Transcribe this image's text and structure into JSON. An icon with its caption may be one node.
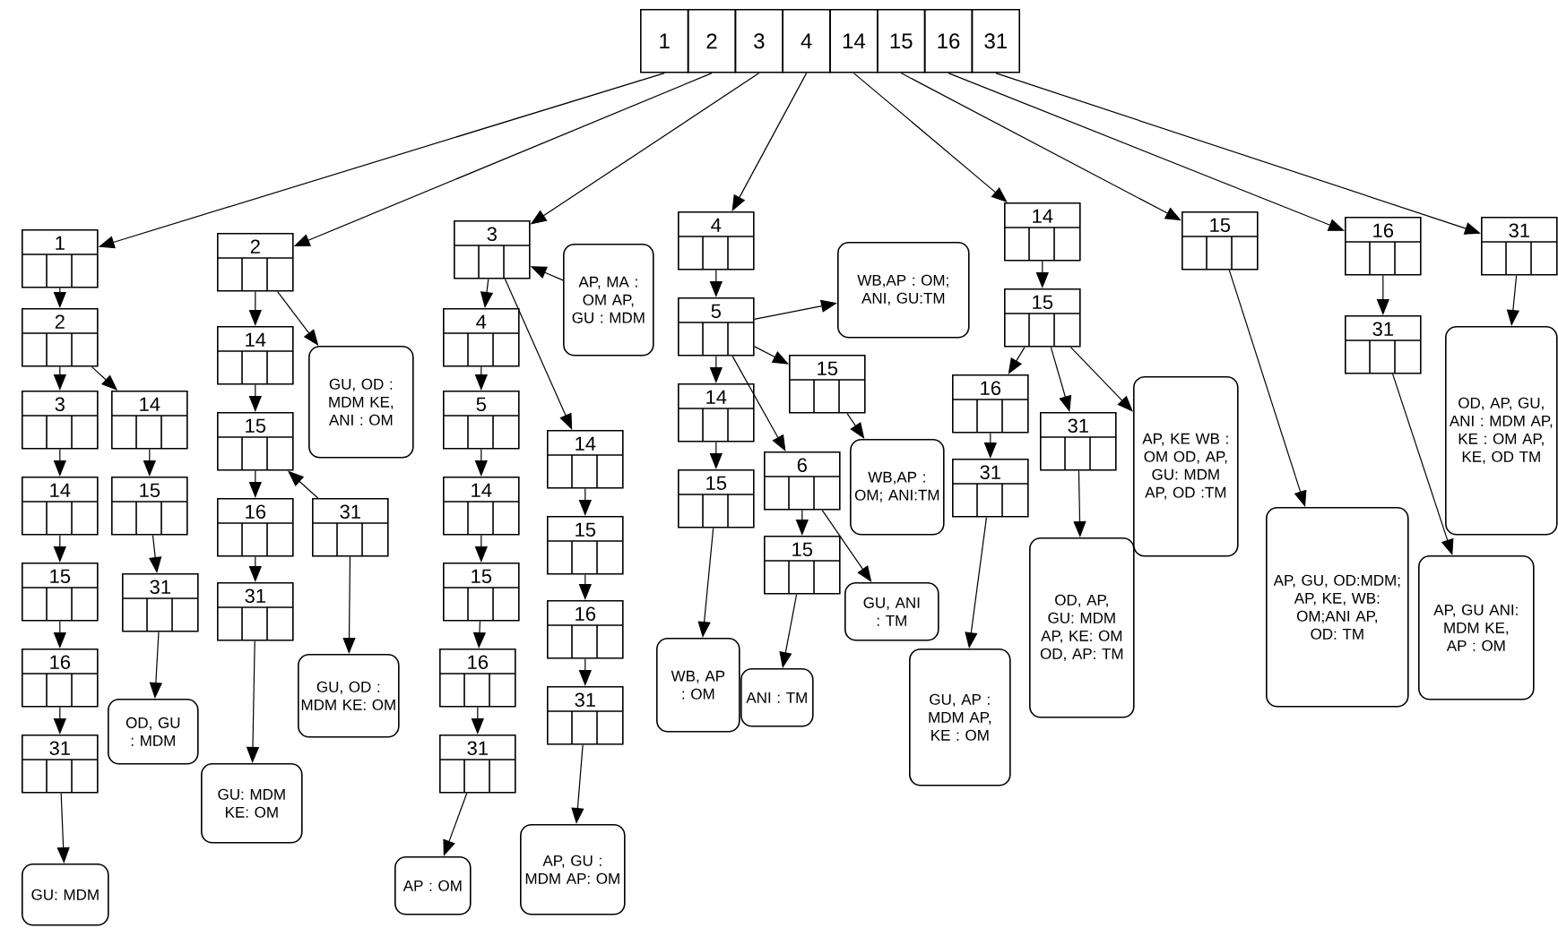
{
  "diagram": {
    "nodes": [
      {
        "text": [
          "1"
        ]
      },
      {
        "text": [
          "2"
        ]
      },
      {
        "text": [
          "3"
        ]
      },
      {
        "text": [
          "4"
        ]
      },
      {
        "text": [
          "14"
        ]
      },
      {
        "text": [
          "15"
        ]
      },
      {
        "text": [
          "16"
        ]
      },
      {
        "text": [
          "31"
        ]
      },
      {
        "text": [
          "1"
        ]
      },
      {
        "text": [
          "2"
        ]
      },
      {
        "text": [
          "3"
        ]
      },
      {
        "text": [
          "14"
        ]
      },
      {
        "text": [
          "14"
        ]
      },
      {
        "text": [
          "15"
        ]
      },
      {
        "text": [
          "15"
        ]
      },
      {
        "text": [
          "31"
        ]
      },
      {
        "text": [
          "16"
        ]
      },
      {
        "text": [
          "OD, GU : MDM"
        ]
      },
      {
        "text": [
          "31"
        ]
      },
      {
        "text": [
          "GU: MDM"
        ]
      },
      {
        "text": [
          "2"
        ]
      },
      {
        "text": [
          "14"
        ]
      },
      {
        "text": [
          "GU, OD : MDM KE, ANI : OM"
        ]
      },
      {
        "text": [
          "15"
        ]
      },
      {
        "text": [
          "16"
        ]
      },
      {
        "text": [
          "31"
        ]
      },
      {
        "text": [
          "31"
        ]
      },
      {
        "text": [
          "GU, OD : MDM KE: OM"
        ]
      },
      {
        "text": [
          "GU: MDM KE: OM"
        ]
      },
      {
        "text": [
          "3"
        ]
      },
      {
        "text": [
          "AP, MA : OM AP, GU : MDM"
        ]
      },
      {
        "text": [
          "4"
        ]
      },
      {
        "text": [
          "5"
        ]
      },
      {
        "text": [
          "14"
        ]
      },
      {
        "text": [
          "14"
        ]
      },
      {
        "text": [
          "15"
        ]
      },
      {
        "text": [
          "15"
        ]
      },
      {
        "text": [
          "16"
        ]
      },
      {
        "text": [
          "16"
        ]
      },
      {
        "text": [
          "31"
        ]
      },
      {
        "text": [
          "31"
        ]
      },
      {
        "text": [
          "AP : OM"
        ]
      },
      {
        "text": [
          "AP, GU : MDM AP: OM"
        ]
      },
      {
        "text": [
          "4"
        ]
      },
      {
        "text": [
          "5"
        ]
      },
      {
        "text": [
          "WB,AP : OM; ANI, GU:TM"
        ]
      },
      {
        "text": [
          "15"
        ]
      },
      {
        "text": [
          "14"
        ]
      },
      {
        "text": [
          "6"
        ]
      },
      {
        "text": [
          "WB,AP : OM; ANI:TM"
        ]
      },
      {
        "text": [
          "15"
        ]
      },
      {
        "text": [
          "15"
        ]
      },
      {
        "text": [
          "GU, ANI : TM"
        ]
      },
      {
        "text": [
          "WB, AP : OM"
        ]
      },
      {
        "text": [
          "ANI : TM"
        ]
      },
      {
        "text": [
          "14"
        ]
      },
      {
        "text": [
          "15"
        ]
      },
      {
        "text": [
          "16"
        ]
      },
      {
        "text": [
          "31"
        ]
      },
      {
        "text": [
          "AP, KE WB : OM OD, AP, GU: MDM AP, OD :TM"
        ]
      },
      {
        "text": [
          "31"
        ]
      },
      {
        "text": [
          "OD, AP, GU: MDM AP, KE: OM OD, AP: TM"
        ]
      },
      {
        "text": [
          "GU, AP : MDM AP, KE : OM"
        ]
      },
      {
        "text": [
          "15"
        ]
      },
      {
        "text": [
          "AP, GU, OD:MDM; AP, KE, WB: OM;ANI AP, OD: TM"
        ]
      },
      {
        "text": [
          "16"
        ]
      },
      {
        "text": [
          "31"
        ]
      },
      {
        "text": [
          "AP, GU ANI: MDM KE, AP : OM"
        ]
      },
      {
        "text": [
          "31"
        ]
      },
      {
        "text": [
          "OD, AP, GU, ANI : MDM AP, KE : OM AP, KE, OD TM"
        ]
      }
    ],
    "edges": [
      {
        "from": 0,
        "to": 8,
        "arrow": "to"
      },
      {
        "from": 1,
        "to": 20,
        "arrow": "to"
      },
      {
        "from": 2,
        "to": 29,
        "arrow": "to"
      },
      {
        "from": 3,
        "to": 43,
        "arrow": "to"
      },
      {
        "from": 4,
        "to": 55,
        "arrow": "to"
      },
      {
        "from": 5,
        "to": 63,
        "arrow": "to"
      },
      {
        "from": 6,
        "to": 65,
        "arrow": "to"
      },
      {
        "from": 7,
        "to": 68,
        "arrow": "to"
      },
      {
        "from": 8,
        "to": 9,
        "arrow": "to"
      },
      {
        "from": 9,
        "to": 10,
        "arrow": "to"
      },
      {
        "from": 9,
        "to": 11,
        "arrow": "to"
      },
      {
        "from": 10,
        "to": 12,
        "arrow": "to"
      },
      {
        "from": 11,
        "to": 13,
        "arrow": "to"
      },
      {
        "from": 12,
        "to": 14,
        "arrow": "to"
      },
      {
        "from": 13,
        "to": 15,
        "arrow": "to"
      },
      {
        "from": 15,
        "to": 17,
        "arrow": "to"
      },
      {
        "from": 14,
        "to": 16,
        "arrow": "to"
      },
      {
        "from": 16,
        "to": 18,
        "arrow": "to"
      },
      {
        "from": 18,
        "to": 19,
        "arrow": "to"
      },
      {
        "from": 20,
        "to": 21,
        "arrow": "to"
      },
      {
        "from": 20,
        "to": 22,
        "arrow": "to"
      },
      {
        "from": 21,
        "to": 23,
        "arrow": "to"
      },
      {
        "from": 23,
        "to": 24,
        "arrow": "to"
      },
      {
        "from": 25,
        "to": 23,
        "arrow": "to"
      },
      {
        "from": 24,
        "to": 26,
        "arrow": "to"
      },
      {
        "from": 26,
        "to": 28,
        "arrow": "to"
      },
      {
        "from": 25,
        "to": 27,
        "arrow": "to"
      },
      {
        "from": 30,
        "to": 29,
        "arrow": "to"
      },
      {
        "from": 29,
        "to": 31,
        "arrow": "to"
      },
      {
        "from": 29,
        "to": 33,
        "arrow": "to"
      },
      {
        "from": 31,
        "to": 32,
        "arrow": "to"
      },
      {
        "from": 32,
        "to": 34,
        "arrow": "to"
      },
      {
        "from": 34,
        "to": 36,
        "arrow": "to"
      },
      {
        "from": 36,
        "to": 38,
        "arrow": "to"
      },
      {
        "from": 38,
        "to": 40,
        "arrow": "to"
      },
      {
        "from": 40,
        "to": 41,
        "arrow": "to"
      },
      {
        "from": 33,
        "to": 35,
        "arrow": "to"
      },
      {
        "from": 35,
        "to": 37,
        "arrow": "to"
      },
      {
        "from": 37,
        "to": 39,
        "arrow": "to"
      },
      {
        "from": 39,
        "to": 42,
        "arrow": "to"
      },
      {
        "from": 43,
        "to": 44,
        "arrow": "to"
      },
      {
        "from": 44,
        "to": 45,
        "arrow": "to"
      },
      {
        "from": 44,
        "to": 46,
        "arrow": "to"
      },
      {
        "from": 44,
        "to": 47,
        "arrow": "to"
      },
      {
        "from": 44,
        "to": 48,
        "arrow": "to"
      },
      {
        "from": 47,
        "to": 50,
        "arrow": "to"
      },
      {
        "from": 50,
        "to": 53,
        "arrow": "to"
      },
      {
        "from": 46,
        "to": 49,
        "arrow": "to"
      },
      {
        "from": 48,
        "to": 51,
        "arrow": "to"
      },
      {
        "from": 48,
        "to": 52,
        "arrow": "to"
      },
      {
        "from": 51,
        "to": 54,
        "arrow": "to"
      },
      {
        "from": 55,
        "to": 56,
        "arrow": "to"
      },
      {
        "from": 56,
        "to": 57,
        "arrow": "to"
      },
      {
        "from": 56,
        "to": 58,
        "arrow": "to"
      },
      {
        "from": 56,
        "to": 59,
        "arrow": "to"
      },
      {
        "from": 57,
        "to": 60,
        "arrow": "to"
      },
      {
        "from": 60,
        "to": 62,
        "arrow": "to"
      },
      {
        "from": 58,
        "to": 61,
        "arrow": "to"
      },
      {
        "from": 63,
        "to": 64,
        "arrow": "to"
      },
      {
        "from": 65,
        "to": 66,
        "arrow": "to"
      },
      {
        "from": 66,
        "to": 67,
        "arrow": "to"
      },
      {
        "from": 68,
        "to": 69,
        "arrow": "to"
      }
    ]
  }
}
